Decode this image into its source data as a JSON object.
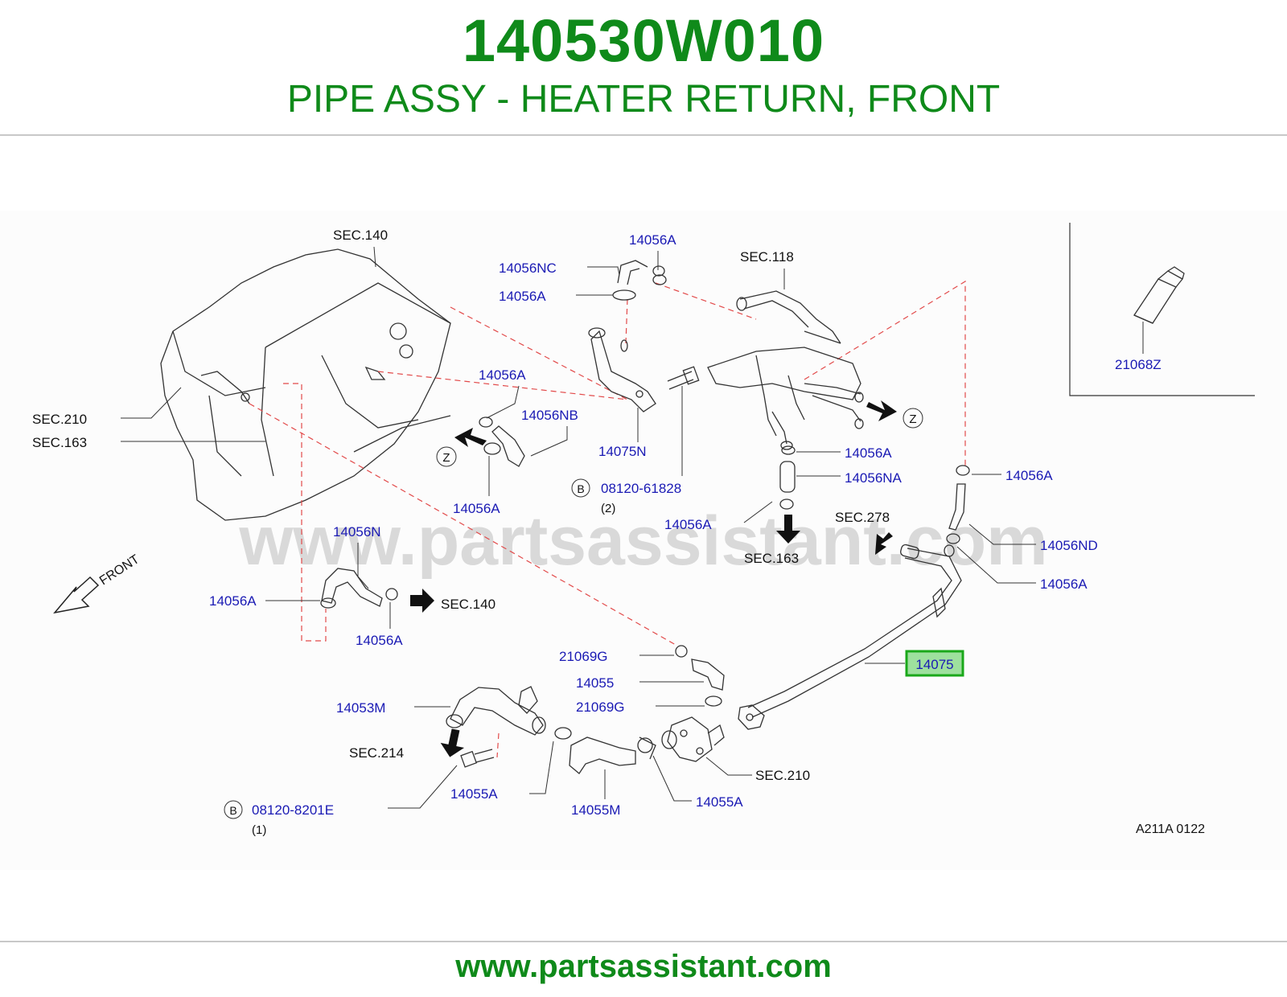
{
  "header": {
    "part_number": "140530W010",
    "part_name": "PIPE ASSY - HEATER RETURN, FRONT"
  },
  "diagram": {
    "watermark": "www.partsassistant.com",
    "front_label": "FRONT",
    "diagram_code": "A211A  0122",
    "highlight_color": "#1aa81a",
    "part_label_color": "#1a1ab4",
    "ref_label_color": "#111111",
    "sections": {
      "sec140_top": "SEC.140",
      "sec118": "SEC.118",
      "sec210_left": "SEC.210",
      "sec163_left": "SEC.163",
      "sec278": "SEC.278",
      "sec163_mid": "SEC.163",
      "sec140_low": "SEC.140",
      "sec214": "SEC.214",
      "sec210_low": "SEC.210"
    },
    "parts": {
      "p14056a_1": "14056A",
      "p14056nc": "14056NC",
      "p14056a_2": "14056A",
      "p14056a_3": "14056A",
      "p14056nb": "14056NB",
      "p14056a_4": "14056A",
      "p14075n": "14075N",
      "p08120_61828": "08120-61828",
      "p14056a_5": "14056A",
      "p14056na": "14056NA",
      "p14056a_6": "14056A",
      "p14056a_7": "14056A",
      "p14056nd": "14056ND",
      "p14056a_8": "14056A",
      "p21068z": "21068Z",
      "p14056n": "14056N",
      "p14056a_9": "14056A",
      "p14056a_10": "14056A",
      "p21069g_1": "21069G",
      "p14055": "14055",
      "p21069g_2": "21069G",
      "p14053m": "14053M",
      "p14055a_1": "14055A",
      "p14055m": "14055M",
      "p14055a_2": "14055A",
      "p08120_8201e": "08120-8201E",
      "p14075": "14075"
    },
    "qty": {
      "bolt_61828": "(2)",
      "bolt_8201e": "(1)"
    },
    "markers": {
      "z": "Z",
      "b": "B"
    }
  },
  "footer": {
    "url": "www.partsassistant.com"
  }
}
